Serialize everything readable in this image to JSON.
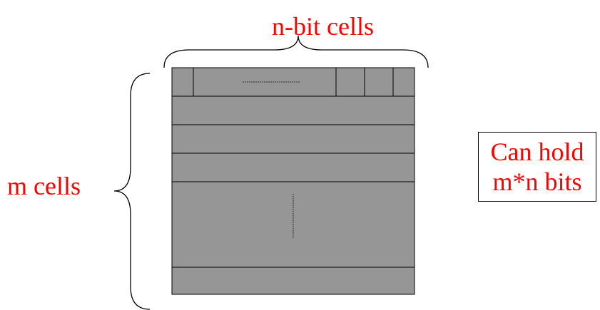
{
  "diagram": {
    "top_label": "n-bit cells",
    "side_label": "m cells",
    "note": {
      "line1": "Can hold",
      "line2": "m*n bits"
    }
  },
  "colors": {
    "label": "#ff0000",
    "block_fill": "#969696",
    "stroke": "#000000",
    "brace": "#000000"
  }
}
